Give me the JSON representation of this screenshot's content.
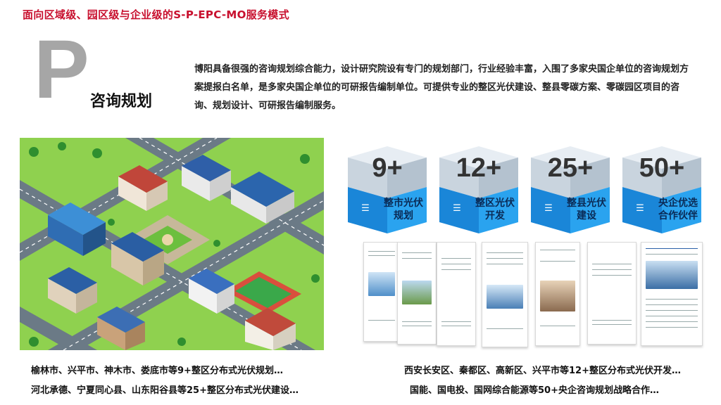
{
  "page": {
    "title": "面向区域级、园区级与企业级的S-P-EPC-MO服务模式",
    "big_letter": "P",
    "section_title": "咨询规划",
    "description": "博阳具备很强的咨询规划综合能力，设计研究院设有专门的规划部门，行业经验丰富，入围了多家央国企单位的咨询规划方案提报白名单，是多家央国企单位的可研报告编制单位。可提供专业的整区光伏建设、整县零碳方案、零碳园区项目的咨询、规划设计、可研报告编制服务。"
  },
  "cubes": [
    {
      "value": "9+",
      "label_l1": "整市光伏",
      "label_l2": "规划"
    },
    {
      "value": "12+",
      "label_l1": "整区光伏",
      "label_l2": "开发"
    },
    {
      "value": "25+",
      "label_l1": "整县光伏",
      "label_l2": "建设"
    },
    {
      "value": "50+",
      "label_l1": "央企优选",
      "label_l2": "合作伙伴"
    }
  ],
  "cube_icon": "solar-panel-icon",
  "captions": {
    "left_1": "榆林市、兴平市、神木市、娄底市等9+整区分布式光伏规划…",
    "left_2": "河北承德、宁夏同心县、山东阳谷县等25+整区分布式光伏建设…",
    "right_1": "西安长安区、秦都区、高新区、兴平市等12+整区分布式光伏开发…",
    "right_2": "国能、国电投、国网综合能源等50+央企咨询规划战略合作…"
  },
  "colors": {
    "title_red": "#c8102e",
    "big_letter_gray": "#a6a6a6",
    "cube_blue": "#1e8fe0",
    "cube_top": "#dde6ee"
  }
}
